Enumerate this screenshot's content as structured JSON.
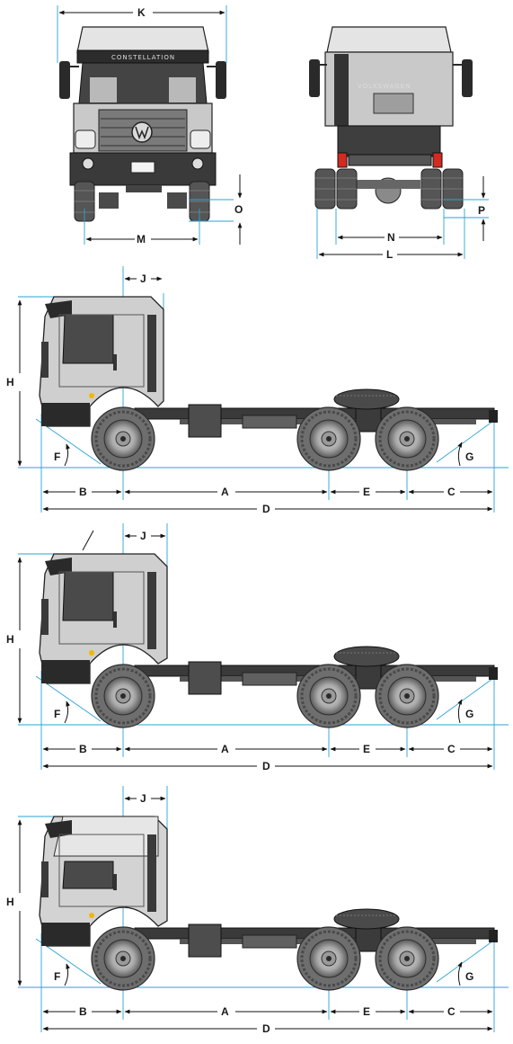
{
  "front_view": {
    "brand_text": "CONSTELLATION",
    "labels": {
      "k": "K",
      "m": "M",
      "o": "O"
    }
  },
  "rear_view": {
    "brand_text": "VOLKSWAGEN",
    "labels": {
      "n": "N",
      "l": "L",
      "p": "P"
    }
  },
  "side_views": [
    {
      "labels": {
        "j": "J",
        "h": "H",
        "f": "F",
        "g": "G",
        "b": "B",
        "a": "A",
        "e": "E",
        "c": "C",
        "d": "D"
      }
    },
    {
      "labels": {
        "j": "J",
        "h": "H",
        "f": "F",
        "g": "G",
        "b": "B",
        "a": "A",
        "e": "E",
        "c": "C",
        "d": "D"
      }
    },
    {
      "labels": {
        "j": "J",
        "h": "H",
        "f": "F",
        "g": "G",
        "b": "B",
        "a": "A",
        "e": "E",
        "c": "C",
        "d": "D"
      }
    }
  ],
  "colors": {
    "reference_line": "#2aa3d6",
    "body": "#c9c9c9",
    "dark": "#2a2a2a",
    "amber": "#f2b705",
    "red": "#d42a1f"
  }
}
